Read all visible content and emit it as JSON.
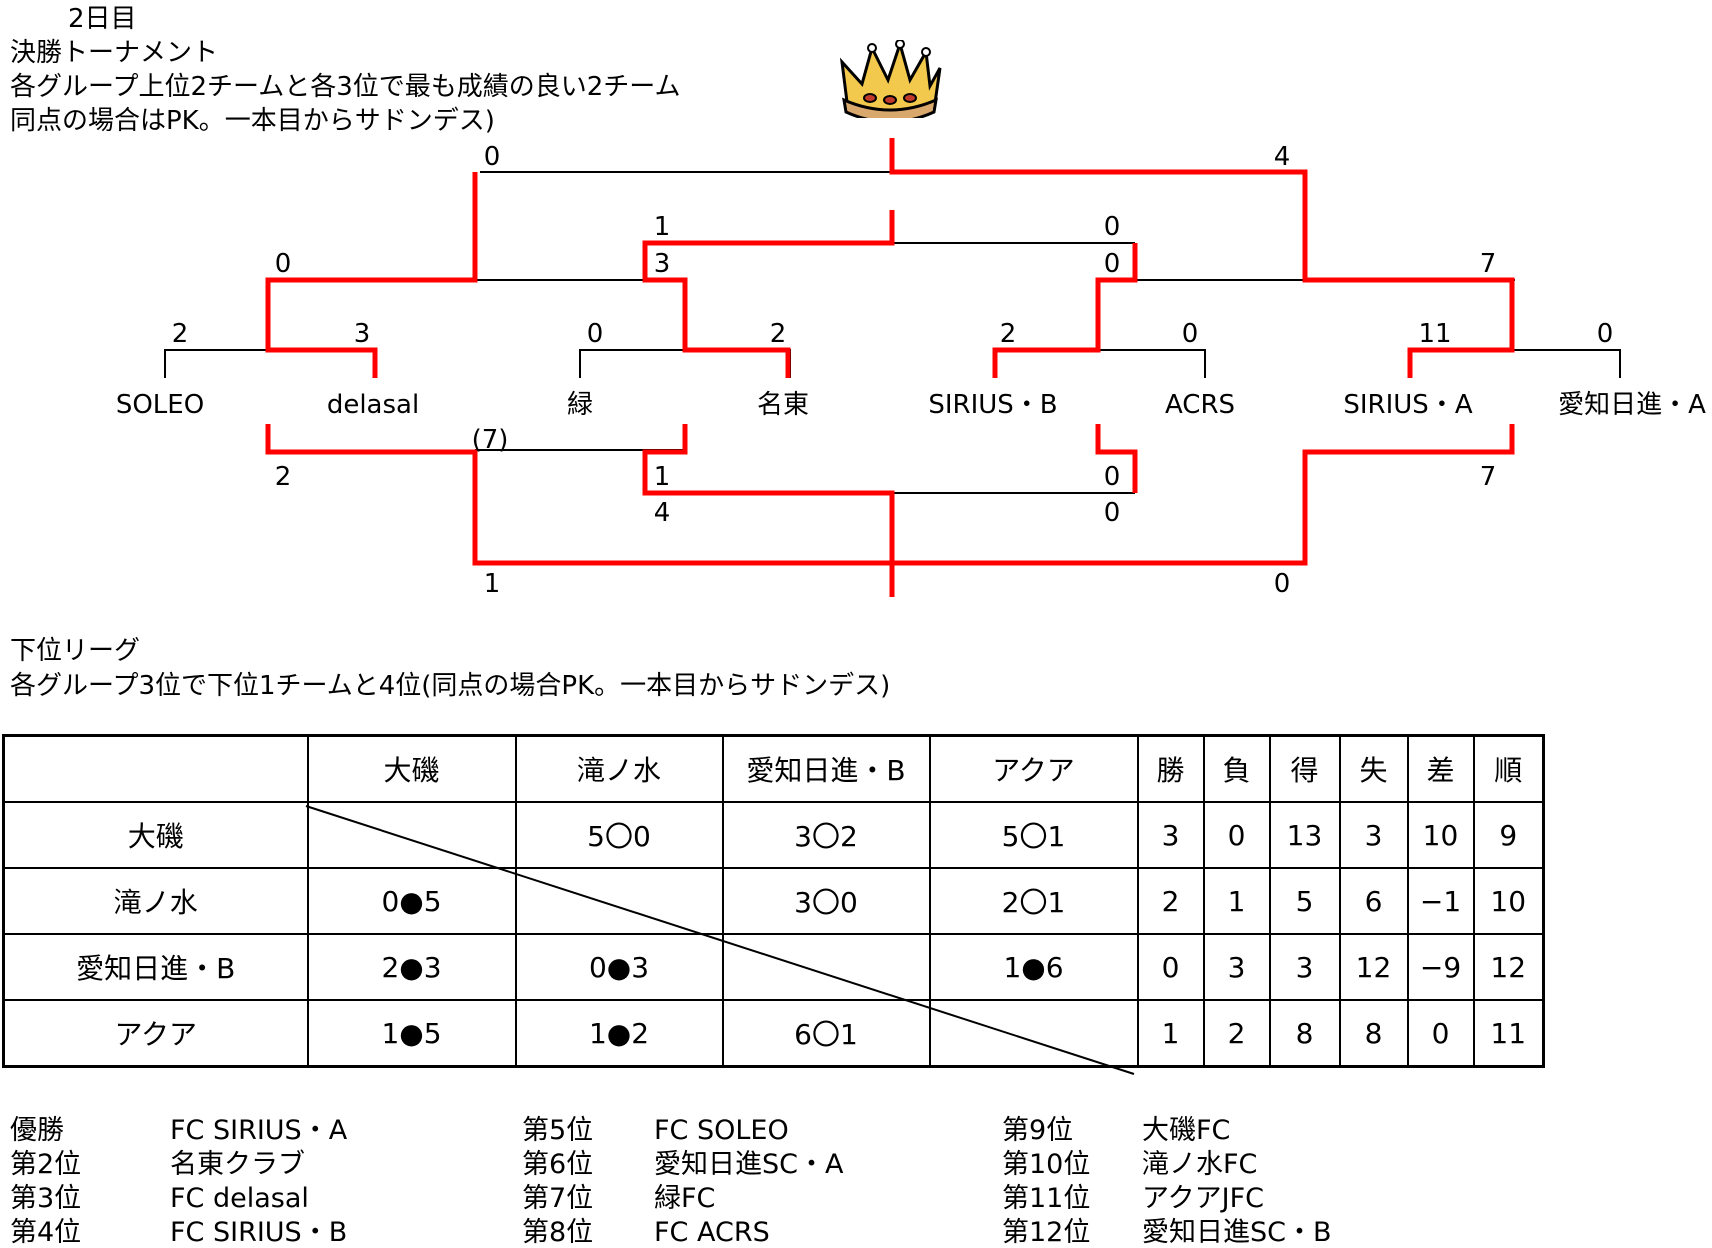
{
  "header": {
    "day": "2日目",
    "title": "決勝トーナメント",
    "rule1": "各グループ上位2チームと各3位で最も成績の良い2チーム",
    "rule2": "同点の場合はPK。一本目からサドンデス)"
  },
  "bracket": {
    "teams": [
      "SOLEO",
      "delasal",
      "緑",
      "名東",
      "SIRIUS・B",
      "ACRS",
      "SIRIUS・A",
      "愛知日進・A"
    ],
    "scores": {
      "r1_soleo": "2",
      "r1_delasal": "3",
      "r1_midori": "0",
      "r1_meito": "2",
      "r1_siriusb": "2",
      "r1_acrs": "0",
      "r1_siriusa": "11",
      "r1_nisshina": "0",
      "qf_left1": "0",
      "qf_left2": "3",
      "qf_right1": "0",
      "qf_right2": "7",
      "sf_left": "1",
      "sf_right": "0",
      "final_left": "0",
      "final_right": "4",
      "cons_left1": "2",
      "cons_pk": "(7)",
      "cons_left2": "1",
      "cons_right1": "0",
      "cons_right2": "7",
      "third_left": "4",
      "third_right": "0",
      "fifth_left": "1",
      "fifth_right": "0"
    },
    "winner_color": "#ff0000"
  },
  "lower": {
    "title": "下位リーグ",
    "rule": "各グループ3位で下位1チームと4位(同点の場合PK。一本目からサドンデス)",
    "columns": [
      "",
      "大磯",
      "滝ノ水",
      "愛知日進・B",
      "アクア",
      "勝",
      "負",
      "得",
      "失",
      "差",
      "順"
    ],
    "rows": [
      [
        "大磯",
        "",
        "5〇0",
        "3〇2",
        "5〇1",
        "3",
        "0",
        "13",
        "3",
        "10",
        "9"
      ],
      [
        "滝ノ水",
        "0●5",
        "",
        "3〇0",
        "2〇1",
        "2",
        "1",
        "5",
        "6",
        "−1",
        "10"
      ],
      [
        "愛知日進・B",
        "2●3",
        "0●3",
        "",
        "1●6",
        "0",
        "3",
        "3",
        "12",
        "−9",
        "12"
      ],
      [
        "アクア",
        "1●5",
        "1●2",
        "6〇1",
        "",
        "1",
        "2",
        "8",
        "8",
        "0",
        "11"
      ]
    ]
  },
  "rankings": [
    {
      "label": "優勝",
      "team": "FC SIRIUS・A"
    },
    {
      "label": "第2位",
      "team": "名東クラブ"
    },
    {
      "label": "第3位",
      "team": "FC delasal"
    },
    {
      "label": "第4位",
      "team": "FC SIRIUS・B"
    },
    {
      "label": "第5位",
      "team": "FC SOLEO"
    },
    {
      "label": "第6位",
      "team": "愛知日進SC・A"
    },
    {
      "label": "第7位",
      "team": "緑FC"
    },
    {
      "label": "第8位",
      "team": "FC ACRS"
    },
    {
      "label": "第9位",
      "team": "大磯FC"
    },
    {
      "label": "第10位",
      "team": "滝ノ水FC"
    },
    {
      "label": "第11位",
      "team": "アクアJFC"
    },
    {
      "label": "第12位",
      "team": "愛知日進SC・B"
    }
  ],
  "icons": {
    "crown": "crown-icon"
  }
}
